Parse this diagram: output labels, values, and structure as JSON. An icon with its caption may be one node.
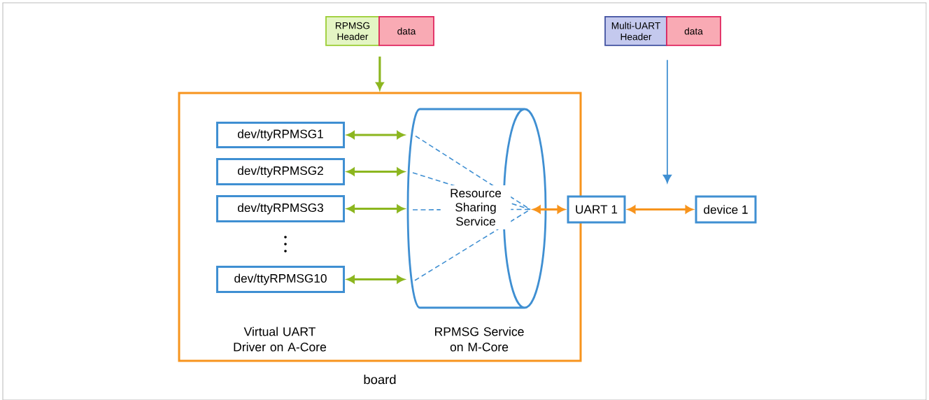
{
  "diagram": {
    "nodes": [
      {
        "text": [
          "board"
        ]
      },
      {
        "text": [
          "RPMSG Header"
        ]
      },
      {
        "text": [
          "data"
        ]
      },
      {
        "text": [
          "Multi-UART Header"
        ]
      },
      {
        "text": [
          "data"
        ]
      },
      {
        "text": [
          "dev/ttyRPMSG1"
        ],
        "in": 0
      },
      {
        "text": [
          "dev/ttyRPMSG2"
        ],
        "in": 0
      },
      {
        "text": [
          "dev/ttyRPMSG3"
        ],
        "in": 0
      },
      {
        "text": [
          "dev/ttyRPMSG10"
        ],
        "in": 0
      },
      {
        "text": [
          "Resource Sharing Service"
        ],
        "in": 0
      },
      {
        "text": [
          "UART 1"
        ]
      },
      {
        "text": [
          "device 1"
        ]
      }
    ],
    "edges": [
      {
        "from": 1,
        "to": 0,
        "arrow": "to"
      },
      {
        "from": 3,
        "to": null,
        "arrow": "to",
        "color": "#3f8fd2"
      },
      {
        "from": 5,
        "to": 9,
        "arrow": "both"
      },
      {
        "from": 6,
        "to": 9,
        "arrow": "both"
      },
      {
        "from": 7,
        "to": 9,
        "arrow": "both"
      },
      {
        "from": 8,
        "to": 9,
        "arrow": "both"
      },
      {
        "from": 9,
        "to": 10,
        "arrow": "both",
        "color": "#f7941d"
      },
      {
        "from": 10,
        "to": 11,
        "arrow": "both",
        "color": "#f7941d"
      }
    ],
    "labels": [
      "Virtual UART Driver on A-Core",
      "RPMSG Service on M-Core"
    ]
  }
}
